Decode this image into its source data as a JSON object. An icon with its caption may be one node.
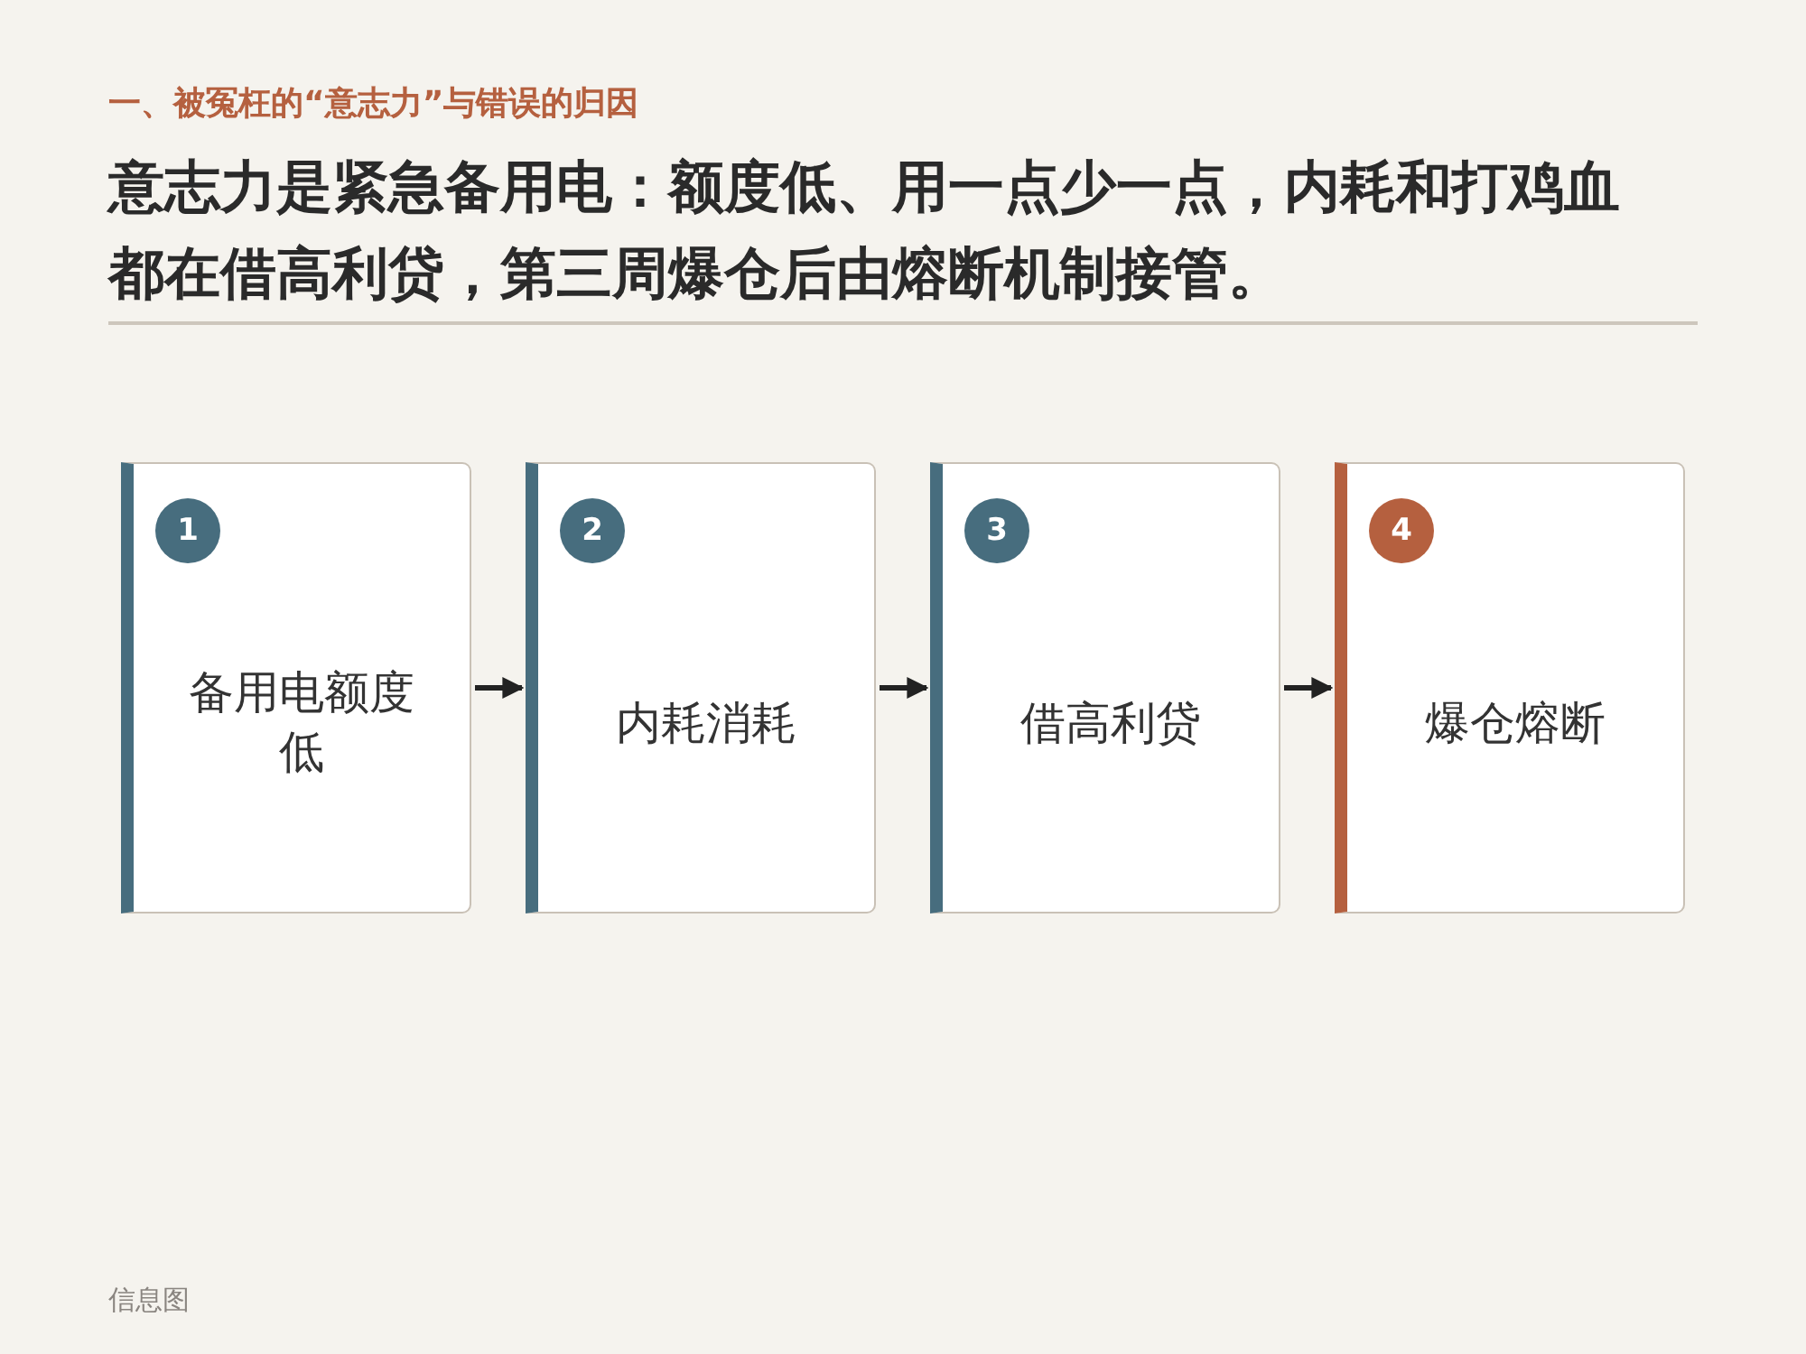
{
  "diagram": {
    "title": "意志力是紧急备用电：额度低、用一点少一点，内耗和打鸡血都在借高利贷，第三周爆仓后由熔断机制接管。",
    "nodes": [
      {
        "text": [
          "1",
          "备用电额度低"
        ]
      },
      {
        "text": [
          "2",
          "内耗消耗"
        ]
      },
      {
        "text": [
          "3",
          "借高利贷"
        ]
      },
      {
        "text": [
          "4",
          "爆仓熔断"
        ]
      }
    ],
    "edges": [
      {
        "from": 0,
        "to": 1,
        "arrow": "to"
      },
      {
        "from": 1,
        "to": 2,
        "arrow": "to"
      },
      {
        "from": 2,
        "to": 3,
        "arrow": "to"
      }
    ],
    "labels": [
      "一、被冤枉的“意志力”与错误的归因",
      "信息图"
    ]
  }
}
